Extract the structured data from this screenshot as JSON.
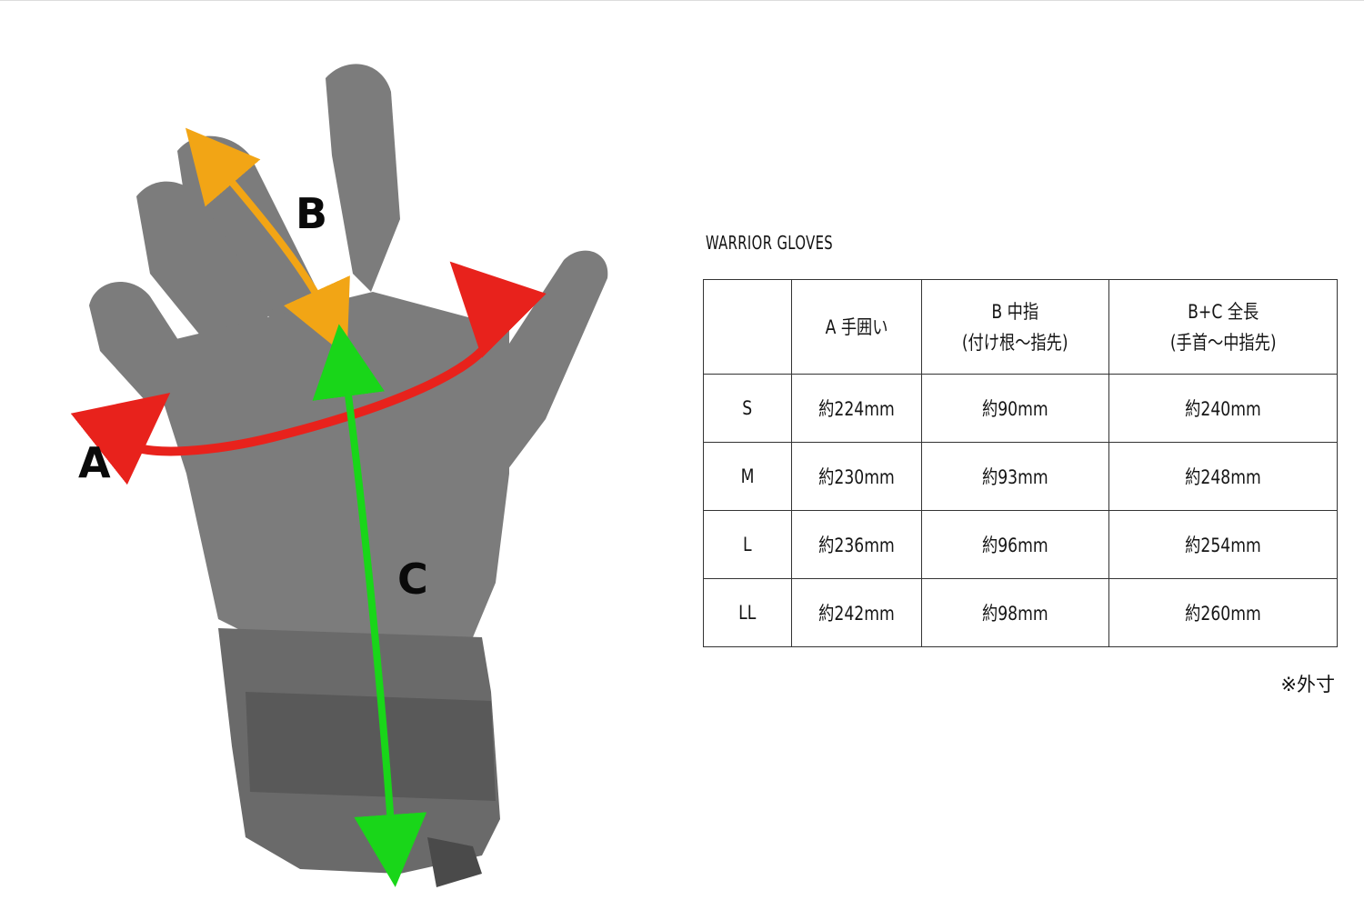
{
  "figure": {
    "labels": {
      "a": "A",
      "b": "B",
      "c": "C"
    },
    "colors": {
      "a": "#e8221c",
      "b": "#f2a515",
      "c": "#19d619",
      "glove": "#7c7c7c"
    }
  },
  "title": "WARRIOR GLOVES",
  "table": {
    "headers": [
      {
        "line1": "",
        "line2": ""
      },
      {
        "line1": "A 手囲い",
        "line2": ""
      },
      {
        "line1": "B 中指",
        "line2": "(付け根～指先)"
      },
      {
        "line1": "B+C 全長",
        "line2": "(手首～中指先)"
      }
    ],
    "rows": [
      {
        "size": "S",
        "a": "約224mm",
        "b": "約90mm",
        "bc": "約240mm"
      },
      {
        "size": "M",
        "a": "約230mm",
        "b": "約93mm",
        "bc": "約248mm"
      },
      {
        "size": "L",
        "a": "約236mm",
        "b": "約96mm",
        "bc": "約254mm"
      },
      {
        "size": "LL",
        "a": "約242mm",
        "b": "約98mm",
        "bc": "約260mm"
      }
    ]
  },
  "note": "※外寸"
}
